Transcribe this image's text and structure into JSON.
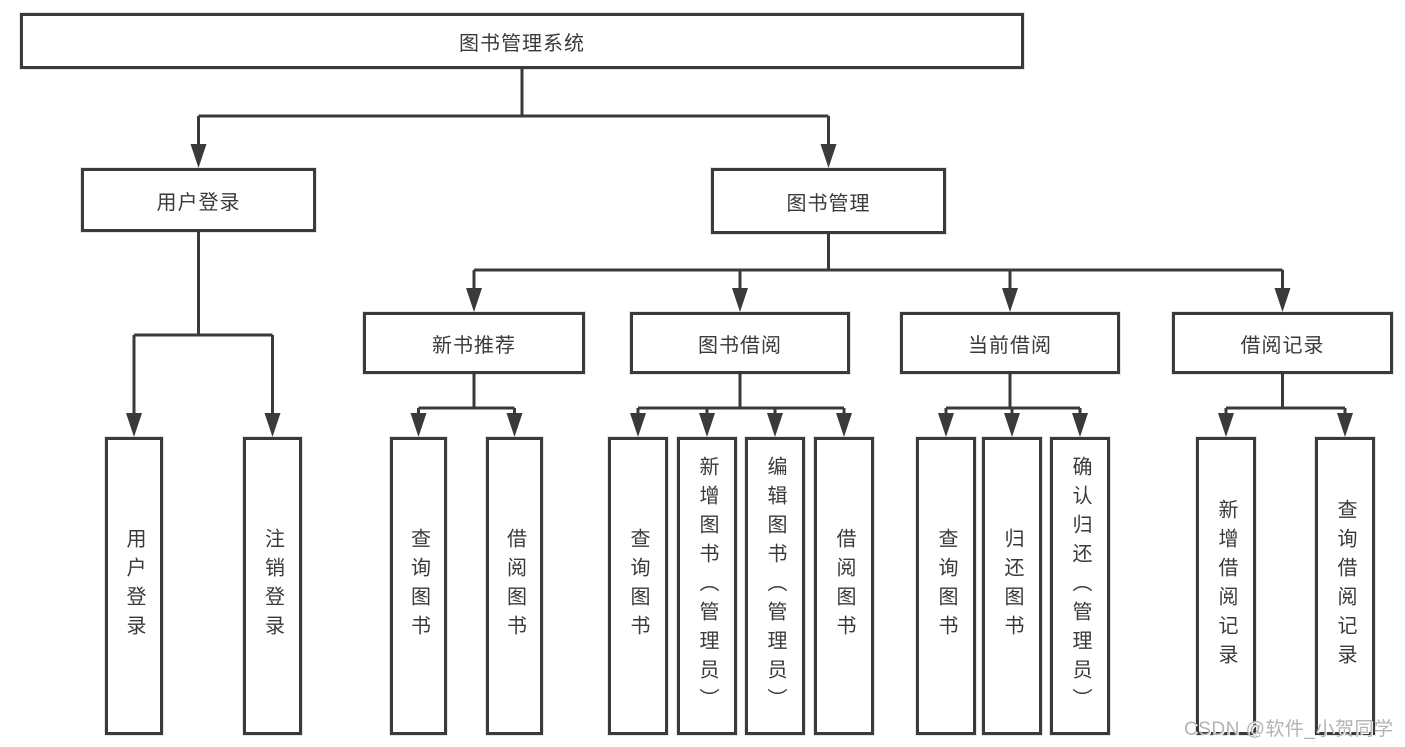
{
  "diagram": {
    "type": "org-tree",
    "tree": {
      "label": "图书管理系统",
      "children": [
        {
          "label": "用户登录",
          "children": [
            {
              "label": "用户登录"
            },
            {
              "label": "注销登录"
            }
          ]
        },
        {
          "label": "图书管理",
          "children": [
            {
              "label": "新书推荐",
              "children": [
                {
                  "label": "查询图书"
                },
                {
                  "label": "借阅图书"
                }
              ]
            },
            {
              "label": "图书借阅",
              "children": [
                {
                  "label": "查询图书"
                },
                {
                  "label": "新增图书（管理员）"
                },
                {
                  "label": "编辑图书（管理员）"
                },
                {
                  "label": "借阅图书"
                }
              ]
            },
            {
              "label": "当前借阅",
              "children": [
                {
                  "label": "查询图书"
                },
                {
                  "label": "归还图书"
                },
                {
                  "label": "确认归还（管理员）"
                }
              ]
            },
            {
              "label": "借阅记录",
              "children": [
                {
                  "label": "新增借阅记录"
                },
                {
                  "label": "查询借阅记录"
                }
              ]
            }
          ]
        }
      ]
    },
    "colors": {
      "line": "#3a3a3a",
      "box_border": "#3a3a3a",
      "box_background": "#ffffff",
      "text": "#3a3a3a",
      "watermark": "#b3b3b3",
      "page_background": "#ffffff"
    }
  },
  "watermark": {
    "text": "CSDN @软件_小贺同学"
  }
}
